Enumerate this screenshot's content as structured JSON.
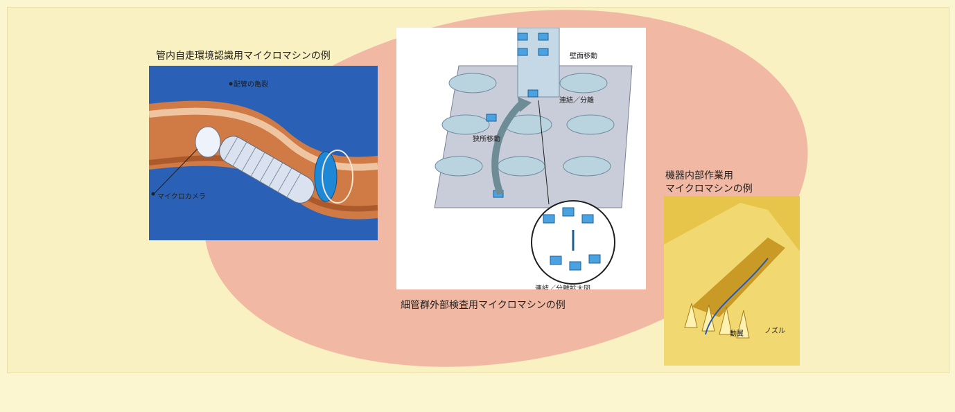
{
  "panels": {
    "pipe": {
      "caption": "管内自走環境認識用マイクロマシンの例",
      "labels": {
        "pipe_wall": "配管の亀裂",
        "camera": "マイクロカメラ"
      }
    },
    "grid": {
      "caption": "細管群外部検査用マイクロマシンの例",
      "labels": {
        "surface_move": "壁面移動",
        "connect": "連結／分離",
        "local_move": "狭所移動",
        "enlarged": "連結／分離拡大図"
      }
    },
    "machine": {
      "caption_line1": "機器内部作業用",
      "caption_line2": "マイクロマシンの例",
      "labels": {
        "blade": "動翼",
        "nozzle": "ノズル"
      }
    }
  },
  "colors": {
    "background": "#f9f1c2",
    "blob": "#f0b4a2",
    "pipe_blue": "#2a61b6",
    "pipe_copper": "#d07a45",
    "machine_gold": "#e7c44a"
  }
}
